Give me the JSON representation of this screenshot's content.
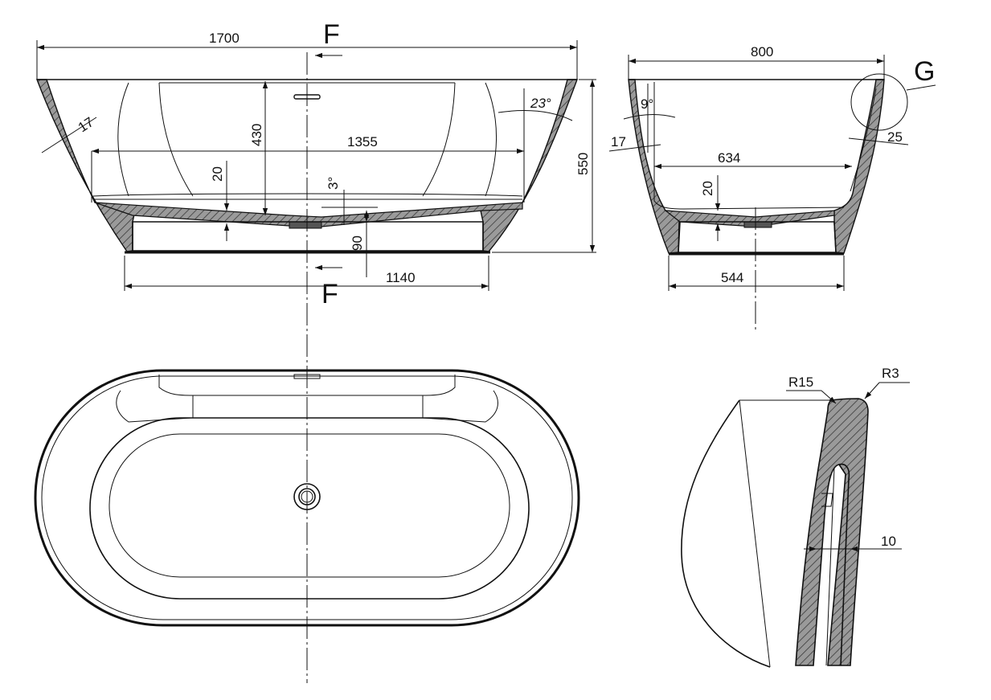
{
  "drawing": {
    "section_letter": "F",
    "detail_letter": "G",
    "front_view": {
      "length": "1700",
      "inner_length": "1355",
      "base_length": "1140",
      "height": "550",
      "inner_depth": "430",
      "wall": "17",
      "floor": "20",
      "slope": "3°",
      "flare": "23°",
      "plinth": "90"
    },
    "side_view": {
      "width": "800",
      "inner_width": "634",
      "base_width": "544",
      "wall": "17",
      "floor": "20",
      "flare": "9°",
      "rim": "25"
    },
    "detail_view": {
      "outer_radius": "R15",
      "inner_radius": "R3",
      "thickness": "10"
    }
  }
}
